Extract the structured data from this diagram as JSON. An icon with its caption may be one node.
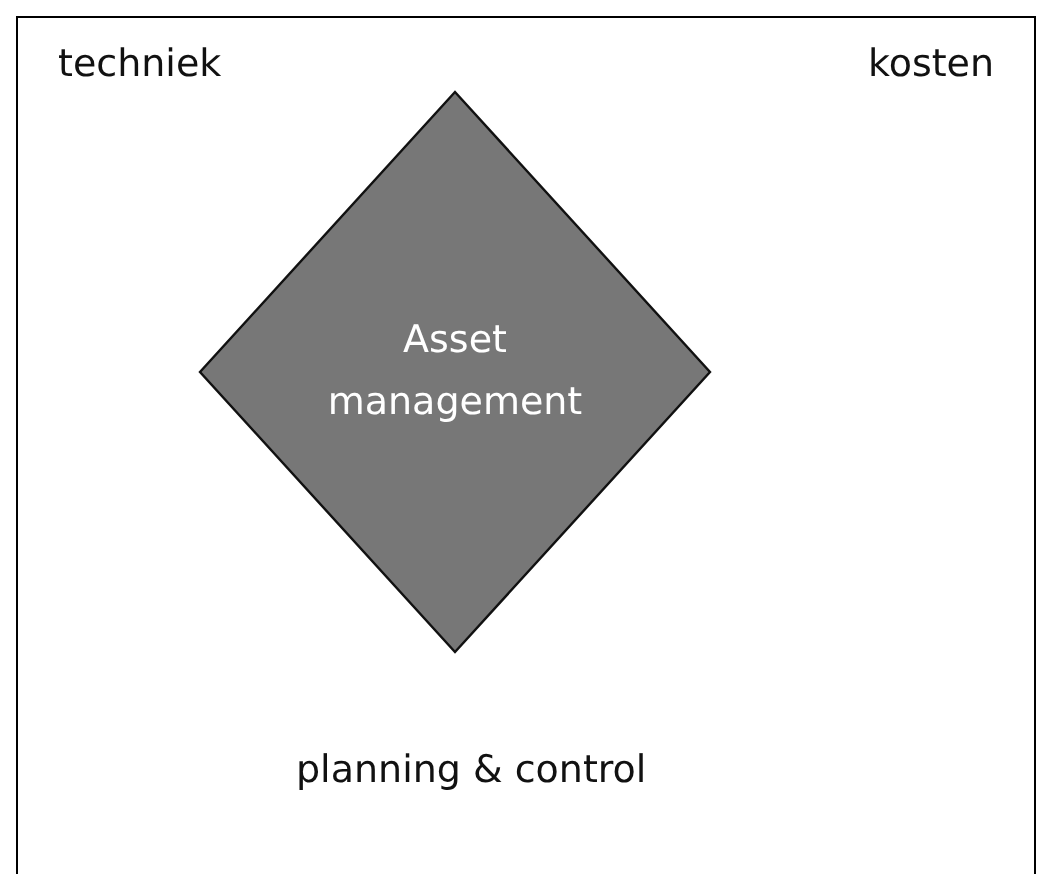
{
  "diagram": {
    "nodes": [
      {
        "text": [
          "techniek",
          "kosten",
          "planning & control"
        ]
      },
      {
        "text": [
          "Asset management"
        ],
        "in": 0
      }
    ]
  }
}
